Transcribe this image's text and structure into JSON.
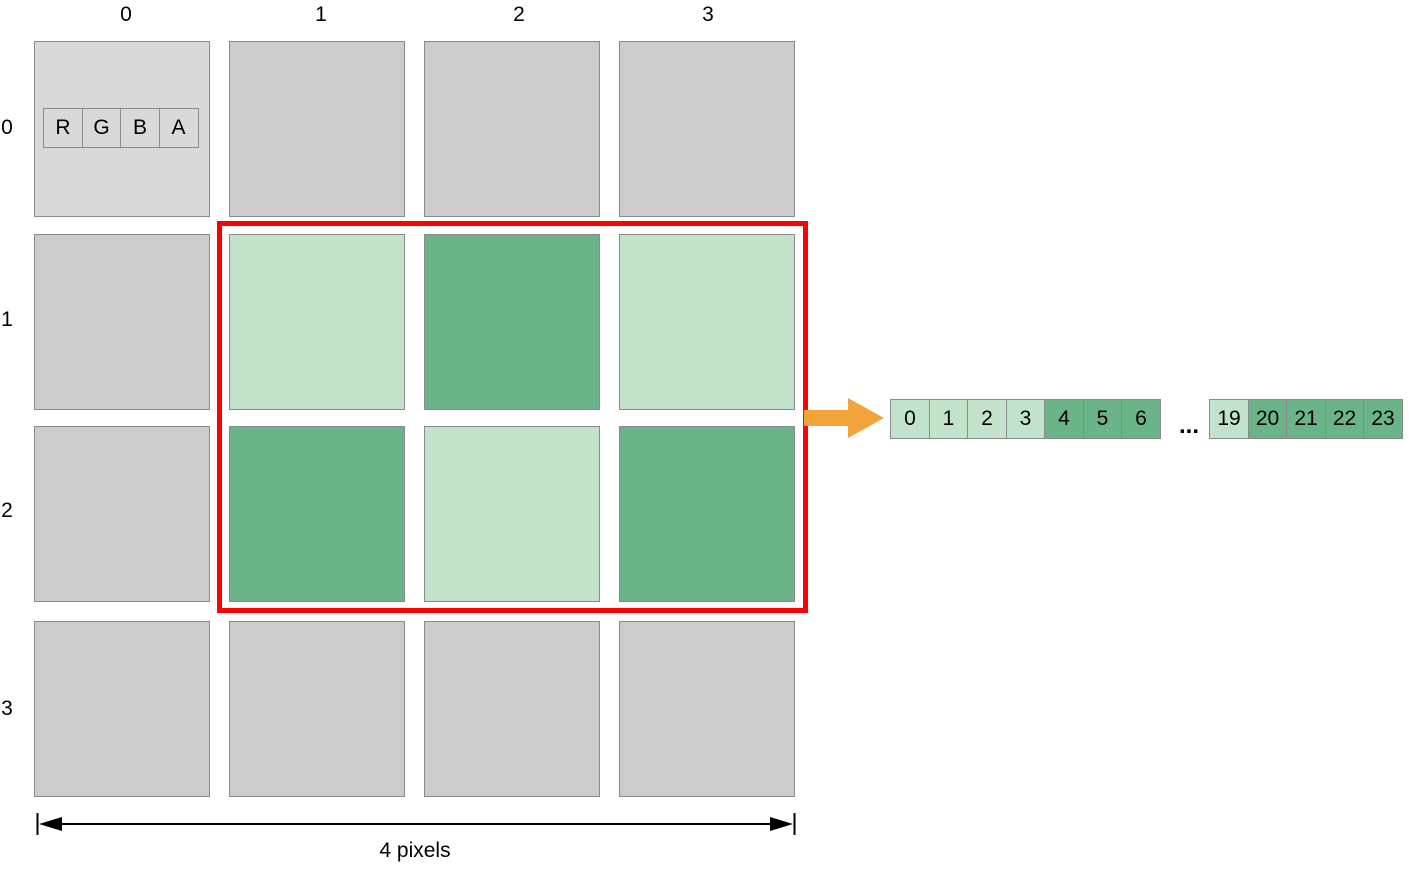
{
  "column_labels": [
    "0",
    "1",
    "2",
    "3"
  ],
  "row_labels": [
    "0",
    "1",
    "2",
    "3"
  ],
  "channels": [
    "R",
    "G",
    "B",
    "A"
  ],
  "grid": [
    [
      "first",
      "gray",
      "gray",
      "gray"
    ],
    [
      "gray",
      "light",
      "dark",
      "light"
    ],
    [
      "gray",
      "dark",
      "light",
      "dark"
    ],
    [
      "gray",
      "gray",
      "gray",
      "gray"
    ]
  ],
  "bytes_group1": [
    {
      "label": "0",
      "shade": "light"
    },
    {
      "label": "1",
      "shade": "light"
    },
    {
      "label": "2",
      "shade": "light"
    },
    {
      "label": "3",
      "shade": "light"
    },
    {
      "label": "4",
      "shade": "dark"
    },
    {
      "label": "5",
      "shade": "dark"
    },
    {
      "label": "6",
      "shade": "dark"
    }
  ],
  "ellipsis": "...",
  "bytes_group2": [
    {
      "label": "19",
      "shade": "light"
    },
    {
      "label": "20",
      "shade": "dark"
    },
    {
      "label": "21",
      "shade": "dark"
    },
    {
      "label": "22",
      "shade": "dark"
    },
    {
      "label": "23",
      "shade": "dark"
    }
  ],
  "width_label": "4 pixels",
  "colors": {
    "selection_border": "#ff0000",
    "arrow": "#f2a33a",
    "light_green": "#c3e2ca",
    "dark_green": "#6bb48a",
    "gray": "#cccccc"
  }
}
